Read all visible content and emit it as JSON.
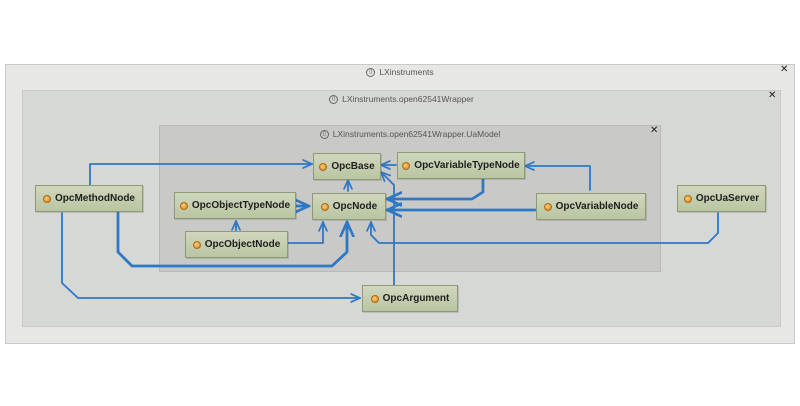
{
  "namespaces": {
    "outer": {
      "title": "LXinstruments"
    },
    "middle": {
      "title": "LXinstruments.open62541Wrapper"
    },
    "inner": {
      "title": "LXinstruments.open62541Wrapper.UaModel"
    }
  },
  "close_glyph": "✕",
  "namespace_glyph": "{}",
  "colors": {
    "edge": "#2f78c4",
    "node_fill": "#c3cdae",
    "node_border": "#8d9a73"
  },
  "nodes": {
    "opc_base": "OpcBase",
    "opc_variable_type_node": "OpcVariableTypeNode",
    "opc_object_type_node": "OpcObjectTypeNode",
    "opc_node": "OpcNode",
    "opc_variable_node": "OpcVariableNode",
    "opc_object_node": "OpcObjectNode",
    "opc_method_node": "OpcMethodNode",
    "opc_ua_server": "OpcUaServer",
    "opc_argument": "OpcArgument"
  }
}
